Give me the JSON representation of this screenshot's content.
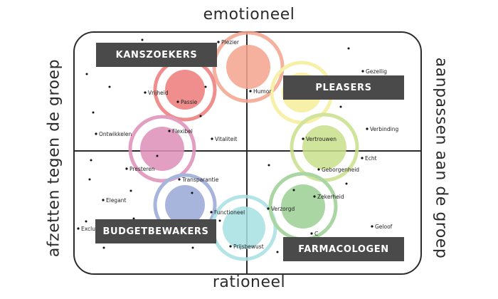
{
  "axes": {
    "top": "emotioneel",
    "bottom": "rationeel",
    "left": "afzetten tegen de groep",
    "right": "aanpassen aan de groep"
  },
  "groups": {
    "kanszoekers": "KANSZOEKERS",
    "pleasers": "PLEASERS",
    "budgetbewakers": "BUDGETBEWAKERS",
    "farmacologen": "FARMACOLOGEN"
  },
  "colors": {
    "salmon": "#f4a48e",
    "coral": "#ee7b7b",
    "yellow": "#f5ee9a",
    "green": "#c9e08a",
    "pink": "#de8fb8",
    "blue": "#98a8d6",
    "teal": "#a6e0e2",
    "darkgreen": "#9ccf93"
  },
  "words": {
    "plezier": "Plezier",
    "gezellig": "Gezellig",
    "vrijheid": "Vrijheid",
    "humor": "Humor",
    "passie": "Passie",
    "verbinding": "Verbinding",
    "flexibel": "Flexibel",
    "ontwikkelen": "Ontwikkelen",
    "vitaliteit": "Vitaliteit",
    "vertrouwen": "Vertrouwen",
    "echt": "Echt",
    "presteren": "Presteren",
    "geborgenheid": "Geborgenheid",
    "transparantie": "Transparantie",
    "zekerheid": "Zekerheid",
    "elegant": "Elegant",
    "verzorgd": "Verzorgd",
    "functioneel": "Functioneel",
    "geloof": "Geloof",
    "exclu": "Exclu",
    "prijsbewust": "Prijsbewust",
    "c": "C"
  }
}
